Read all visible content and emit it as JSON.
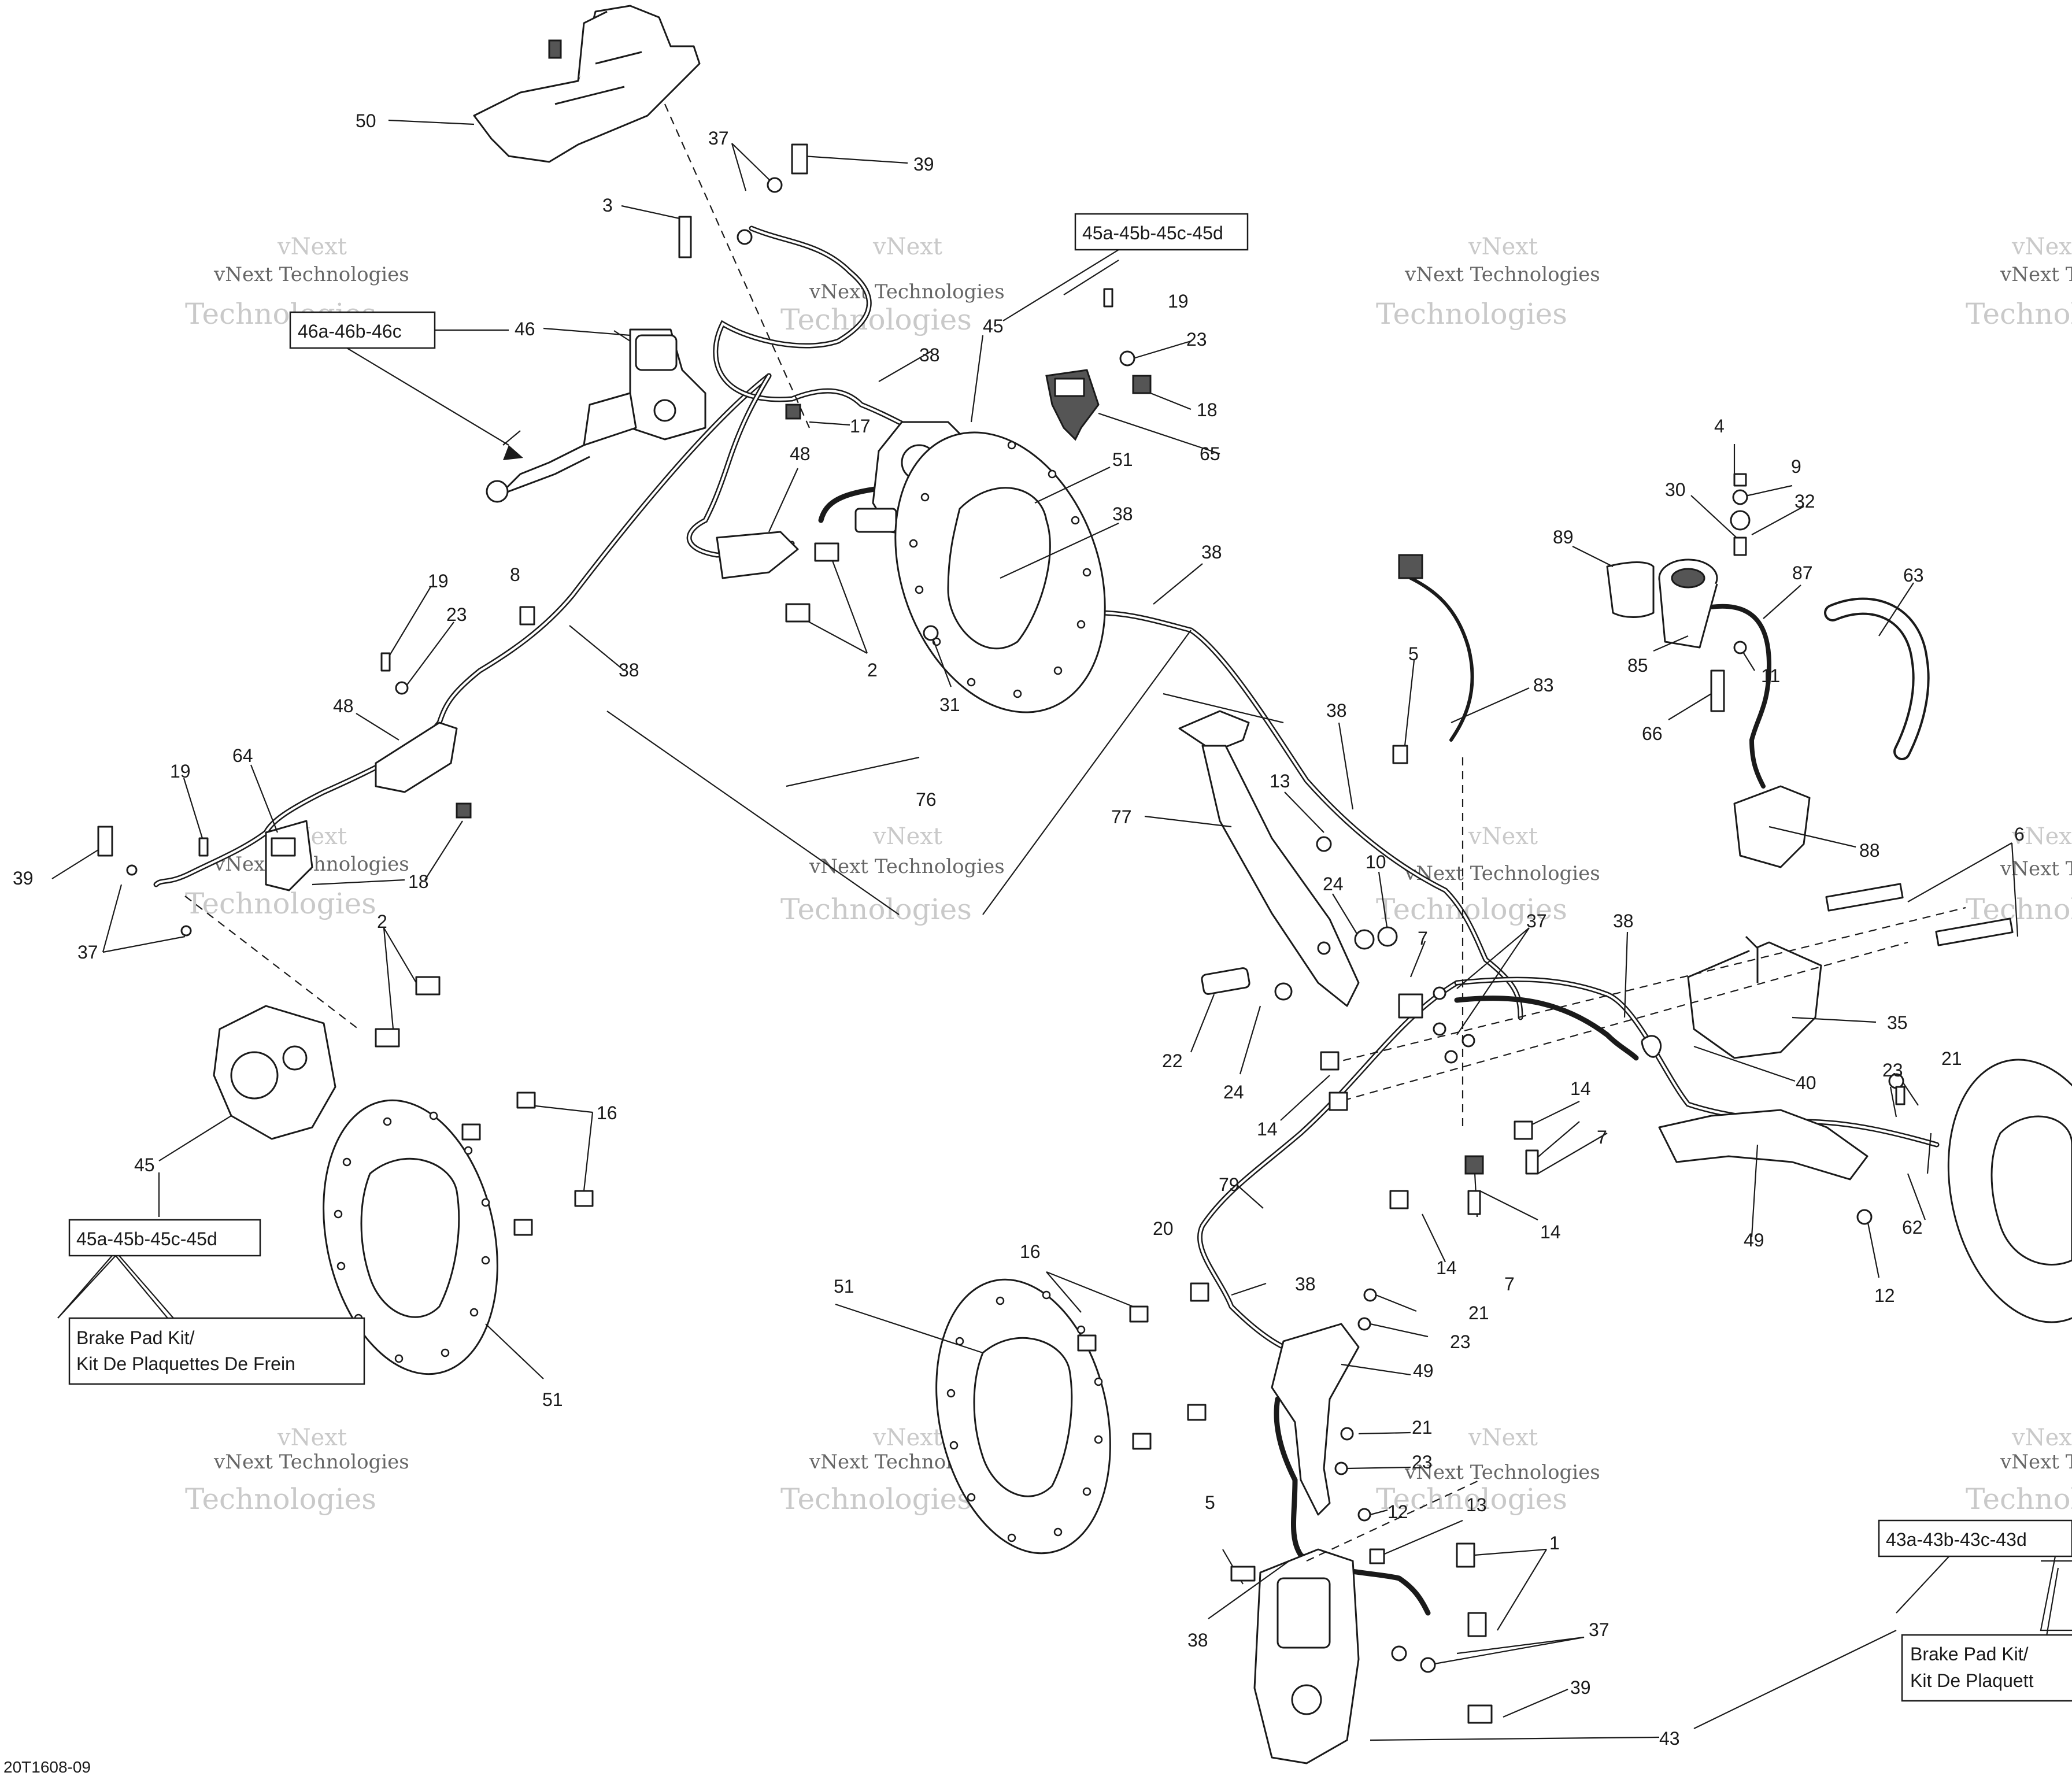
{
  "figure_id": "20T1608-09",
  "watermark_lines": [
    "vNext",
    "vNext Technologies",
    "Technologies"
  ],
  "boxes": {
    "b46": "46a-46b-46c",
    "b45top": "45a-45b-45c-45d",
    "b45left": "45a-45b-45c-45d",
    "b43": "43a-43b-43c-43d",
    "pad_left_1": "Brake Pad Kit/",
    "pad_left_2": "Kit De Plaquettes De Frein",
    "pad_right_1": "Brake Pad Kit/",
    "pad_right_2": "Kit De Plaquett"
  },
  "callouts": {
    "c50": "50",
    "c37a": "37",
    "c39a": "39",
    "c3": "3",
    "c45a": "45",
    "c46": "46",
    "c38a": "38",
    "c19a": "19",
    "c23a": "23",
    "c18a": "18",
    "c65": "65",
    "c17": "17",
    "c48a": "48",
    "c51a": "51",
    "c38b": "38",
    "c38c": "38",
    "c2a": "2",
    "c31": "31",
    "c8": "8",
    "c19b": "19",
    "c23b": "23",
    "c38d": "38",
    "c48b": "48",
    "c64": "64",
    "c19c": "19",
    "c18b": "18",
    "c39b": "39",
    "c37b": "37",
    "c2b": "2",
    "c45b": "45",
    "c16a": "16",
    "c51b": "51",
    "c76": "76",
    "c4": "4",
    "c9": "9",
    "c30": "30",
    "c32": "32",
    "c89": "89",
    "c87": "87",
    "c63": "63",
    "c85": "85",
    "c11": "11",
    "c66": "66",
    "c88": "88",
    "c5a": "5",
    "c83": "83",
    "c38e": "38",
    "c13a": "13",
    "c77": "77",
    "c24a": "24",
    "c10": "10",
    "c7a": "7",
    "c37c": "37",
    "c38f": "38",
    "c6": "6",
    "c35": "35",
    "c40": "40",
    "c22": "22",
    "c24b": "24",
    "c14a": "14",
    "c14b": "14",
    "c7b": "7",
    "c14c": "14",
    "c14d": "14",
    "c7c": "7",
    "c23c": "23",
    "c21a": "21",
    "c49a": "49",
    "c62": "62",
    "c12a": "12",
    "c79": "79",
    "c20": "20",
    "c38g": "38",
    "c21b": "21",
    "c23d": "23",
    "c49b": "49",
    "c21c": "21",
    "c23e": "23",
    "c12b": "12",
    "c13b": "13",
    "c5b": "5",
    "c38h": "38",
    "c1": "1",
    "c37d": "37",
    "c39c": "39",
    "c43": "43",
    "c16b": "16",
    "c51c": "51"
  }
}
